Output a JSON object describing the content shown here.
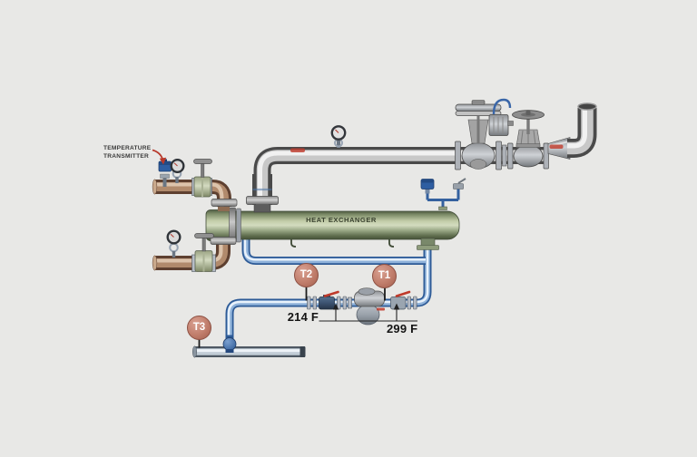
{
  "scene": {
    "background": "#e8e8e6",
    "type": "piping-diagram"
  },
  "labels": {
    "transmitter_callout": {
      "line1": "TEMPERATURE",
      "line2": "TRANSMITTER"
    },
    "vessel": "HEAT EXCHANGER",
    "temp_after_trap": "214 F",
    "temp_before_trap": "299 F"
  },
  "markers": {
    "t1": "T1",
    "t2": "T2",
    "t3": "T3"
  },
  "equipment_icons": [
    "steam-supply-riser-elbow",
    "control-valve",
    "gate-valve",
    "pressure-gauge",
    "steam-inlet-pipe",
    "heat-exchanger-vessel",
    "vessel-temperature-transmitter",
    "process-outlet-pipe",
    "process-inlet-pipe",
    "temperature-transmitter-device",
    "isolation-valve",
    "condensate-line",
    "trap-inlet-valve",
    "steam-trap",
    "trap-outlet-valve",
    "condensate-return-header",
    "union-ball-joint",
    "callout-arrow-icon",
    "brand-mark"
  ],
  "colors": {
    "background": "#e8e8e6",
    "steel_pipe": "#c8c8c8",
    "process_pipe_brown": "#b18a6c",
    "condensate_blue": "#2d5a96",
    "vessel_green": "#9aa886",
    "marker_salmon": "#c07d6b",
    "accent_red": "#bf3a2b",
    "text_dark": "#2e2e2e"
  }
}
